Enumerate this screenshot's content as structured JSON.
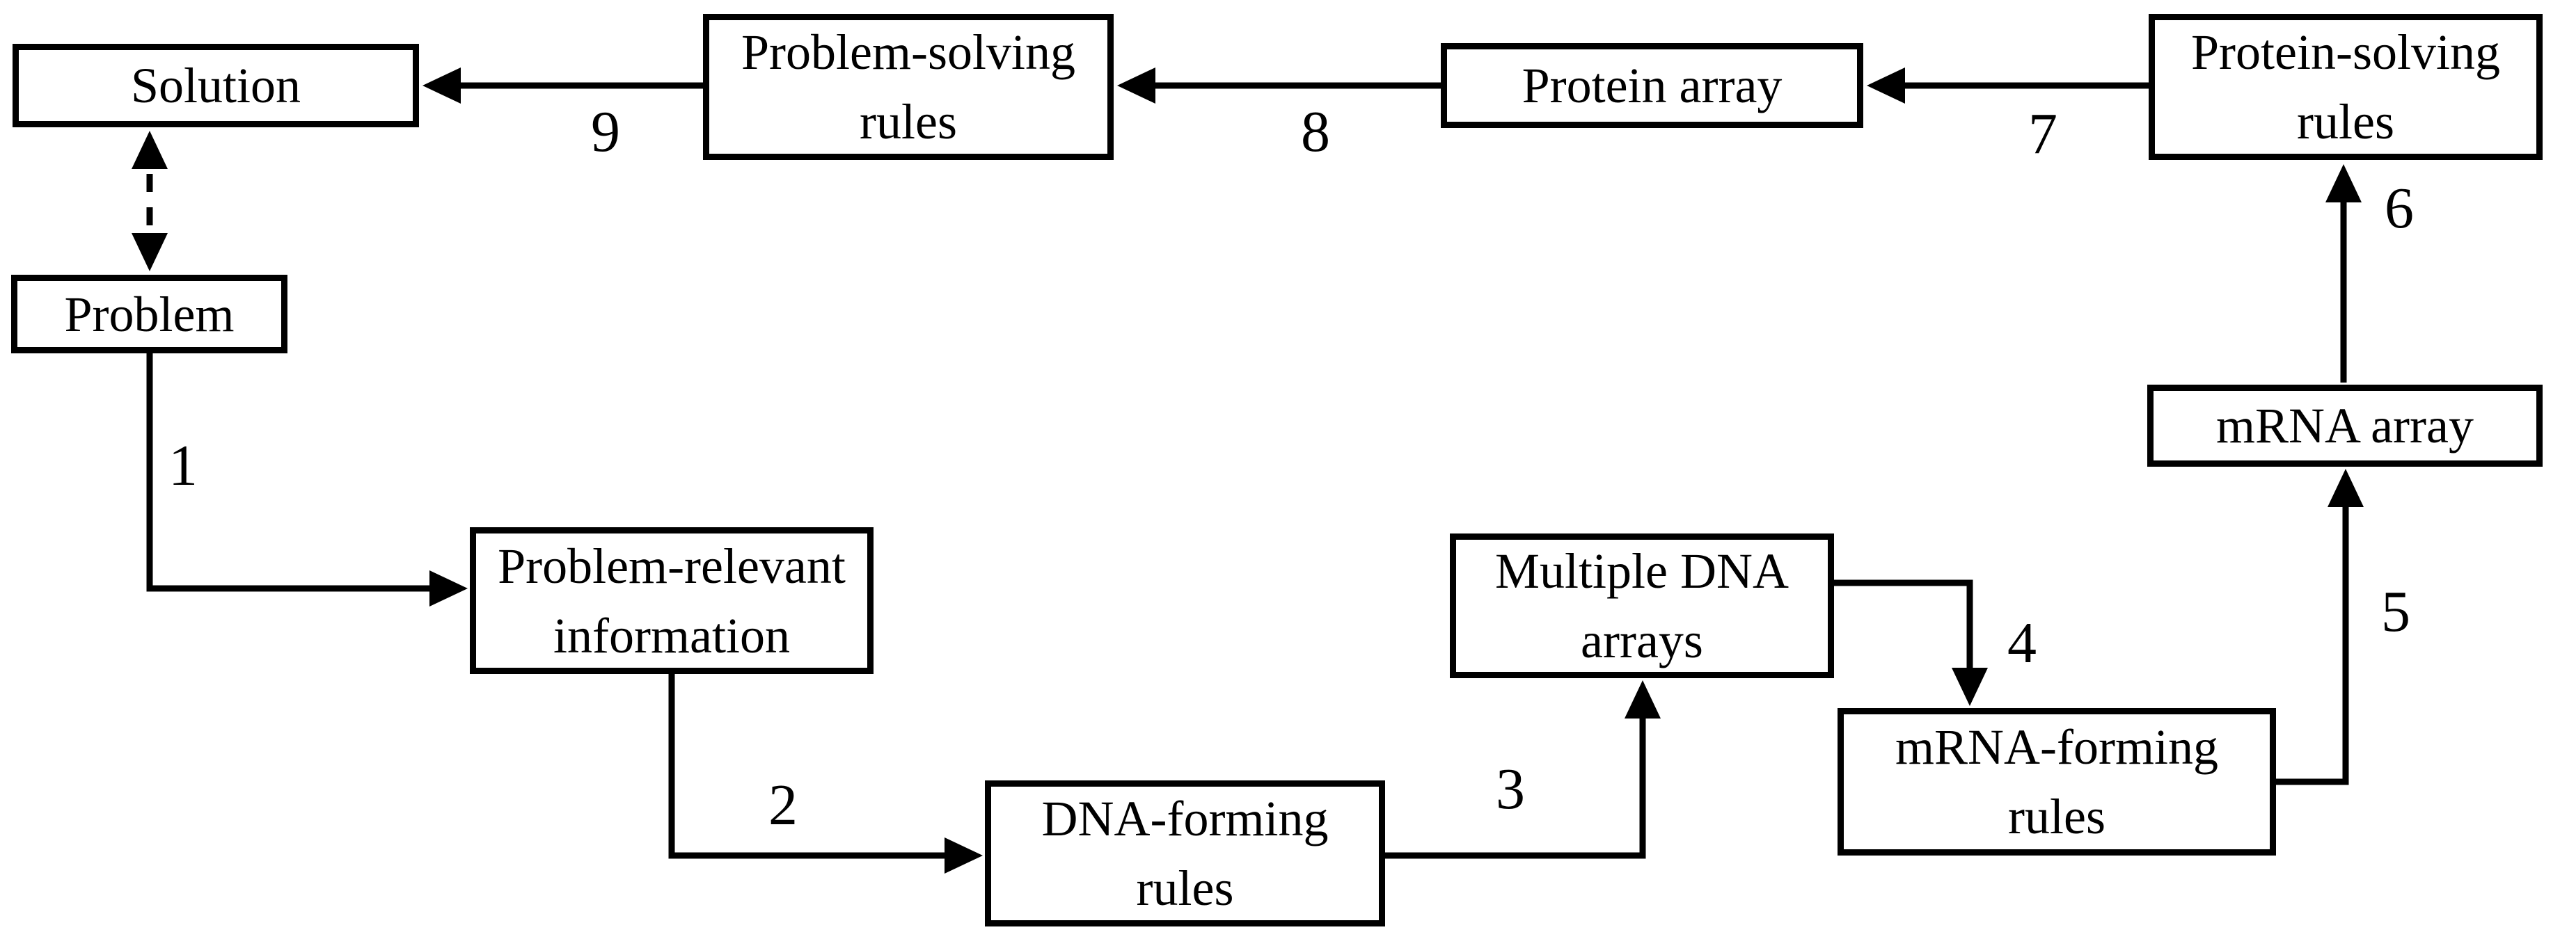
{
  "diagram": {
    "background_color": "#ffffff",
    "line_color": "#000000",
    "box_fill": "#ffffff",
    "box_border_color": "#000000",
    "text_color": "#000000",
    "nodes": {
      "solution": {
        "label": "Solution"
      },
      "problem": {
        "label": "Problem"
      },
      "problem_solving_rules": {
        "label": "Problem-solving rules"
      },
      "protein_array": {
        "label": "Protein array"
      },
      "protein_solving_rules": {
        "label": "Protein-solving rules"
      },
      "mrna_array": {
        "label": "mRNA array"
      },
      "problem_relevant_information": {
        "label": "Problem-relevant information"
      },
      "dna_forming_rules": {
        "label": "DNA-forming rules"
      },
      "multiple_dna_arrays": {
        "label": "Multiple DNA arrays"
      },
      "mrna_forming_rules": {
        "label": "mRNA-forming rules"
      }
    },
    "edges": [
      {
        "number": "1",
        "from": "Problem",
        "to": "Problem-relevant information",
        "style": "solid"
      },
      {
        "number": "2",
        "from": "Problem-relevant information",
        "to": "DNA-forming rules",
        "style": "solid"
      },
      {
        "number": "3",
        "from": "DNA-forming rules",
        "to": "Multiple DNA arrays",
        "style": "solid"
      },
      {
        "number": "4",
        "from": "Multiple DNA arrays",
        "to": "mRNA-forming rules",
        "style": "solid"
      },
      {
        "number": "5",
        "from": "mRNA-forming rules",
        "to": "mRNA array",
        "style": "solid"
      },
      {
        "number": "6",
        "from": "mRNA array",
        "to": "Protein-solving rules",
        "style": "solid"
      },
      {
        "number": "7",
        "from": "Protein-solving rules",
        "to": "Protein array",
        "style": "solid"
      },
      {
        "number": "8",
        "from": "Protein array",
        "to": "Problem-solving rules",
        "style": "solid"
      },
      {
        "number": "9",
        "from": "Problem-solving rules",
        "to": "Solution",
        "style": "solid"
      },
      {
        "number": "",
        "from": "Solution",
        "to": "Problem",
        "style": "dashed",
        "bidirectional": true
      }
    ]
  }
}
